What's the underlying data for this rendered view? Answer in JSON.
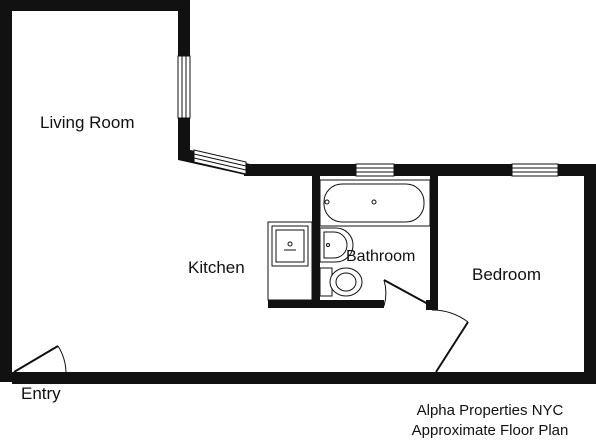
{
  "rooms": {
    "living_room": "Living Room",
    "kitchen": "Kitchen",
    "bathroom": "Bathroom",
    "bedroom": "Bedroom"
  },
  "entry": "Entry",
  "caption": {
    "line1": "Alpha Properties NYC",
    "line2": "Approximate Floor Plan"
  },
  "colors": {
    "wall": "#111111",
    "background": "#ffffff"
  }
}
